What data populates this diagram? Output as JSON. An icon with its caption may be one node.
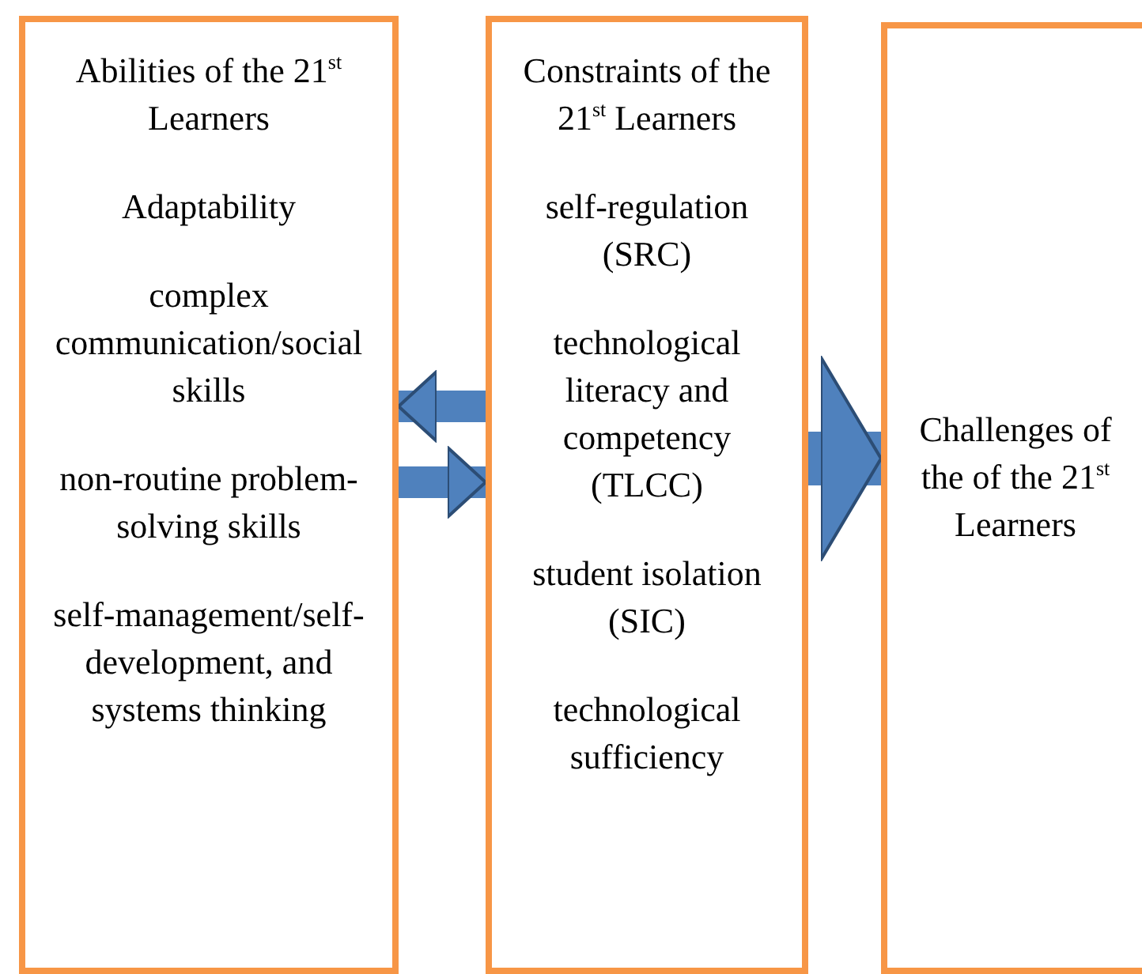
{
  "diagram": {
    "nodes": [
      {
        "text": [
          "Abilities of the 21$^{st}$ Learners",
          "Adaptability",
          "complex communication/social skills",
          "non-routine problem-solving skills",
          "self-management/self-development, and systems thinking"
        ]
      },
      {
        "text": [
          "Constraints of the 21$^{st}$ Learners",
          "self-regulation (SRC)",
          "technological literacy and competency (TLCC)",
          "student isolation (SIC)",
          "technological sufficiency"
        ]
      },
      {
        "text": [
          "Challenges of the of the 21$^{st}$ Learners"
        ]
      }
    ],
    "edges": [
      {
        "from": 1,
        "to": 0,
        "arrow": "to"
      },
      {
        "from": 0,
        "to": 1,
        "arrow": "to"
      },
      {
        "from": 1,
        "to": 2,
        "arrow": "to"
      }
    ]
  }
}
